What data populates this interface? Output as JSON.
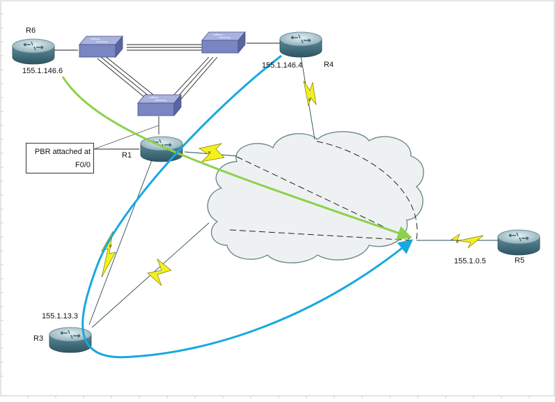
{
  "routers": {
    "r6": {
      "name": "R6",
      "ip": "155.1.146.6"
    },
    "r4": {
      "name": "R4",
      "ip": "155.1.146.4"
    },
    "r1": {
      "name": "R1"
    },
    "r3": {
      "name": "R3",
      "ip": "155.1.13.3"
    },
    "r5": {
      "name": "R5",
      "ip": "155.1.0.5"
    }
  },
  "note": {
    "line1": "PBR attached at",
    "line2": "F0/0"
  },
  "colors": {
    "router_top": "#b9cfd5",
    "router_body": "#4e7d8c",
    "switch_fill": "#7a86c2",
    "cloud_fill": "#eef1f2",
    "cloud_stroke": "#6f8a8a",
    "serial_fill": "#f3f01e",
    "green_path": "#8ed04b",
    "blue_path": "#17a8e0"
  }
}
